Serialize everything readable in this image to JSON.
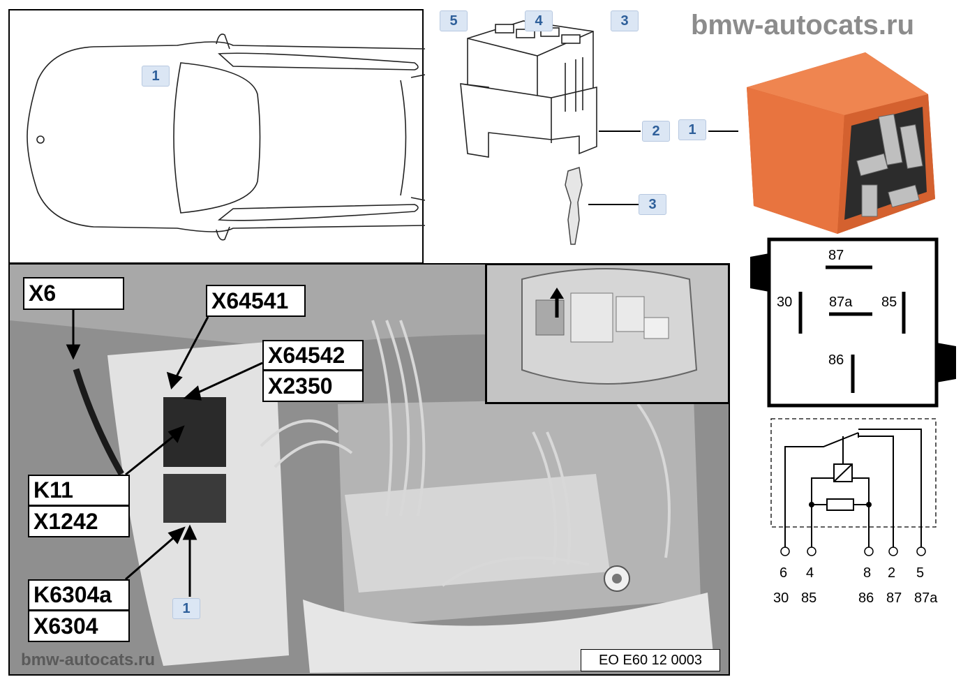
{
  "watermark_top": "bmw-autocats.ru",
  "watermark_bottom": "bmw-autocats.ru",
  "figure_code": "EO E60 12 0003",
  "callouts": {
    "car_1": "1",
    "top_5": "5",
    "top_4": "4",
    "top_3": "3",
    "mid_2": "2",
    "mid_1": "1",
    "terminal_3": "3",
    "photo_1": "1"
  },
  "photo_labels": {
    "x6": "X6",
    "x64541": "X64541",
    "x64542": "X64542",
    "x2350": "X2350",
    "k11": "K11",
    "x1242": "X1242",
    "k6304a": "K6304a",
    "x6304": "X6304"
  },
  "relay_pinout": {
    "p87": "87",
    "p30": "30",
    "p87a": "87a",
    "p85": "85",
    "p86": "86"
  },
  "schematic_pins": {
    "numbers": [
      "6",
      "4",
      "8",
      "2",
      "5"
    ],
    "terminals": [
      "30",
      "85",
      "86",
      "87",
      "87a"
    ]
  },
  "colors": {
    "callout_bg": "#dbe6f4",
    "callout_text": "#2e5f9a",
    "relay_orange": "#e8743f",
    "photo_gray": "#9a9a9a"
  }
}
